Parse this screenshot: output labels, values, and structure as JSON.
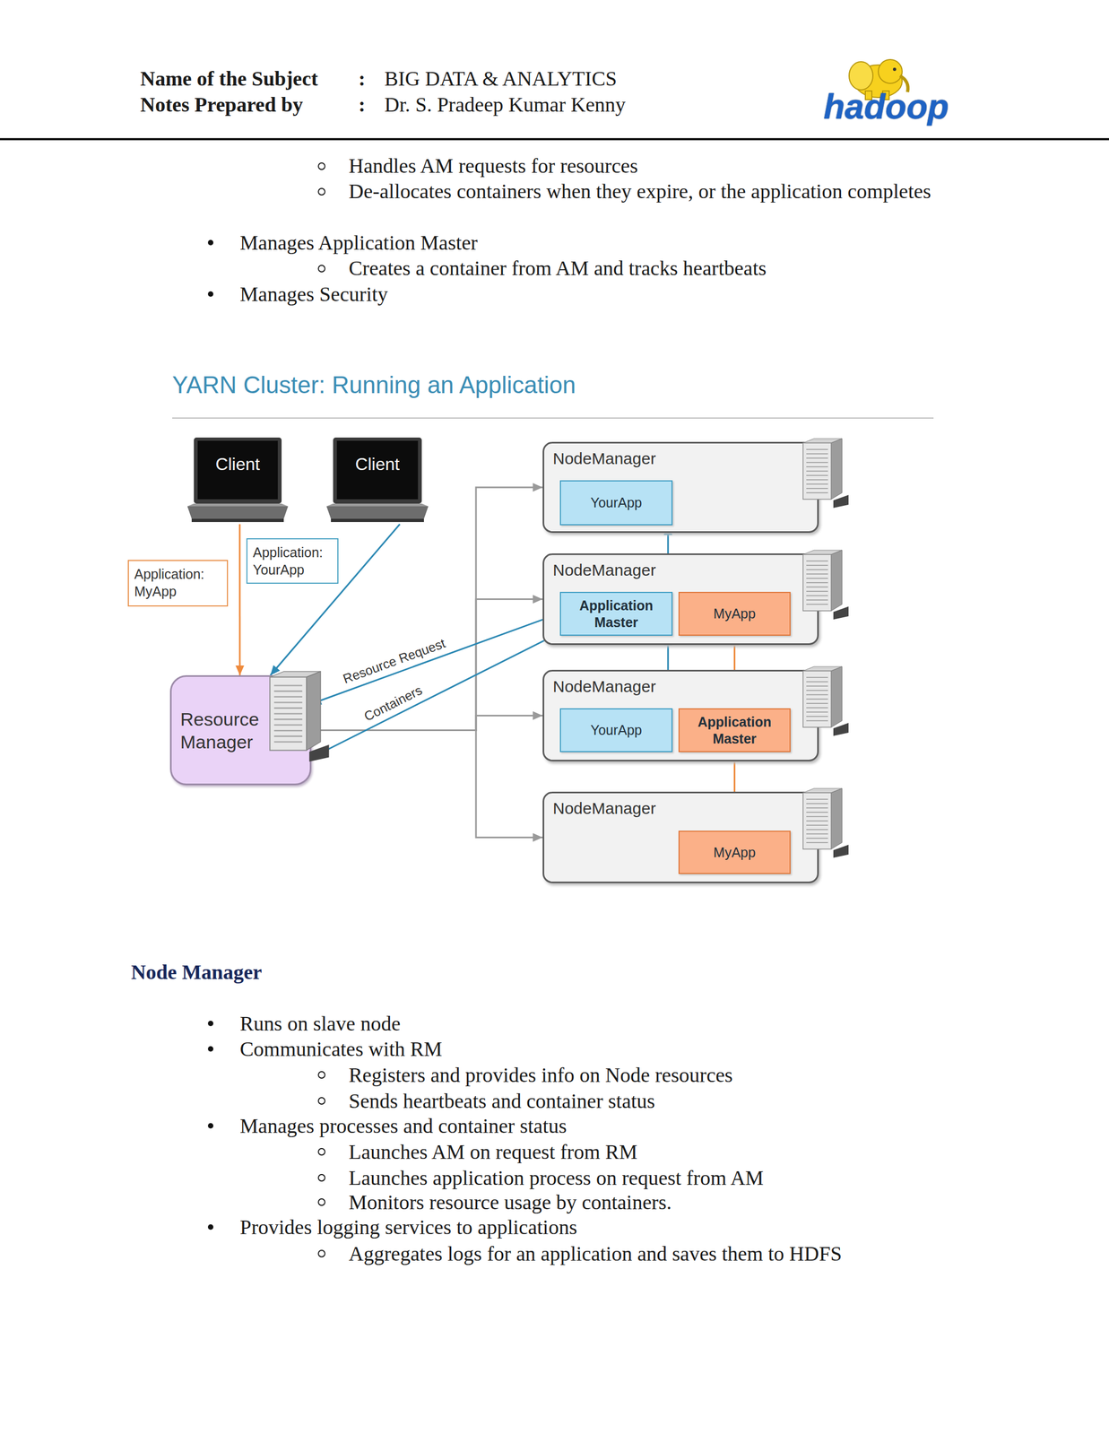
{
  "diagram": {
    "title": "YARN Cluster: Running an Application",
    "nodes": [
      {
        "text": [
          "Client"
        ]
      },
      {
        "text": [
          "Client"
        ]
      },
      {
        "text": [
          "NodeManager"
        ]
      },
      {
        "text": [
          "YourApp"
        ],
        "in": 2
      },
      {
        "text": [
          "Application: YourApp"
        ]
      },
      {
        "text": [
          "Application: MyApp"
        ]
      },
      {
        "text": [
          "NodeManager"
        ]
      },
      {
        "text": [
          "Application Master"
        ],
        "in": 6
      },
      {
        "text": [
          "MyApp"
        ],
        "in": 6
      },
      {
        "text": [
          "Resource Manager"
        ]
      },
      {
        "text": [
          "NodeManager"
        ]
      },
      {
        "text": [
          "YourApp"
        ],
        "in": 10
      },
      {
        "text": [
          "Application Master"
        ],
        "in": 10
      },
      {
        "text": [
          "NodeManager"
        ]
      },
      {
        "text": [
          "MyApp"
        ],
        "in": 13
      }
    ],
    "edges": [
      {
        "from": 0,
        "to": 9,
        "arrow": "to"
      },
      {
        "from": 1,
        "to": 9,
        "arrow": "to"
      },
      {
        "from": 9,
        "to": 2,
        "arrow": "to"
      },
      {
        "from": 9,
        "to": 6,
        "arrow": "to"
      },
      {
        "from": 9,
        "to": 10,
        "arrow": "to"
      },
      {
        "from": 9,
        "to": 13,
        "arrow": "to"
      },
      {
        "from": 7,
        "to": 9,
        "label": "Resource Request",
        "arrow": "to"
      },
      {
        "from": 9,
        "to": 7,
        "label": "Containers",
        "arrow": "to"
      },
      {
        "from": 7,
        "to": 3,
        "arrow": "both"
      },
      {
        "from": 7,
        "to": 11,
        "arrow": "both"
      },
      {
        "from": 8,
        "to": 12,
        "arrow": "both"
      },
      {
        "from": 12,
        "to": 14,
        "arrow": "both"
      }
    ],
    "labels": [
      "Name of the Subject",
      ":",
      "BIG DATA & ANALYTICS",
      "Notes Prepared by",
      ":",
      "Dr. S. Pradeep Kumar Kenny",
      "hadoop",
      "Handles AM requests for resources",
      "De-allocates containers when they expire, or the application completes",
      "Manages Application Master",
      "Creates a container from AM and tracks heartbeats",
      "Manages Security",
      "Node Manager",
      "Runs on slave node",
      "Communicates with RM",
      "Registers and provides info on Node resources",
      "Sends heartbeats and container status",
      "Manages processes and container status",
      "Launches AM on request from RM",
      "Launches application process on request from AM",
      "Monitors resource usage by containers.",
      "Provides logging services to applications",
      "Aggregates logs for an application and saves them to HDFS"
    ]
  }
}
